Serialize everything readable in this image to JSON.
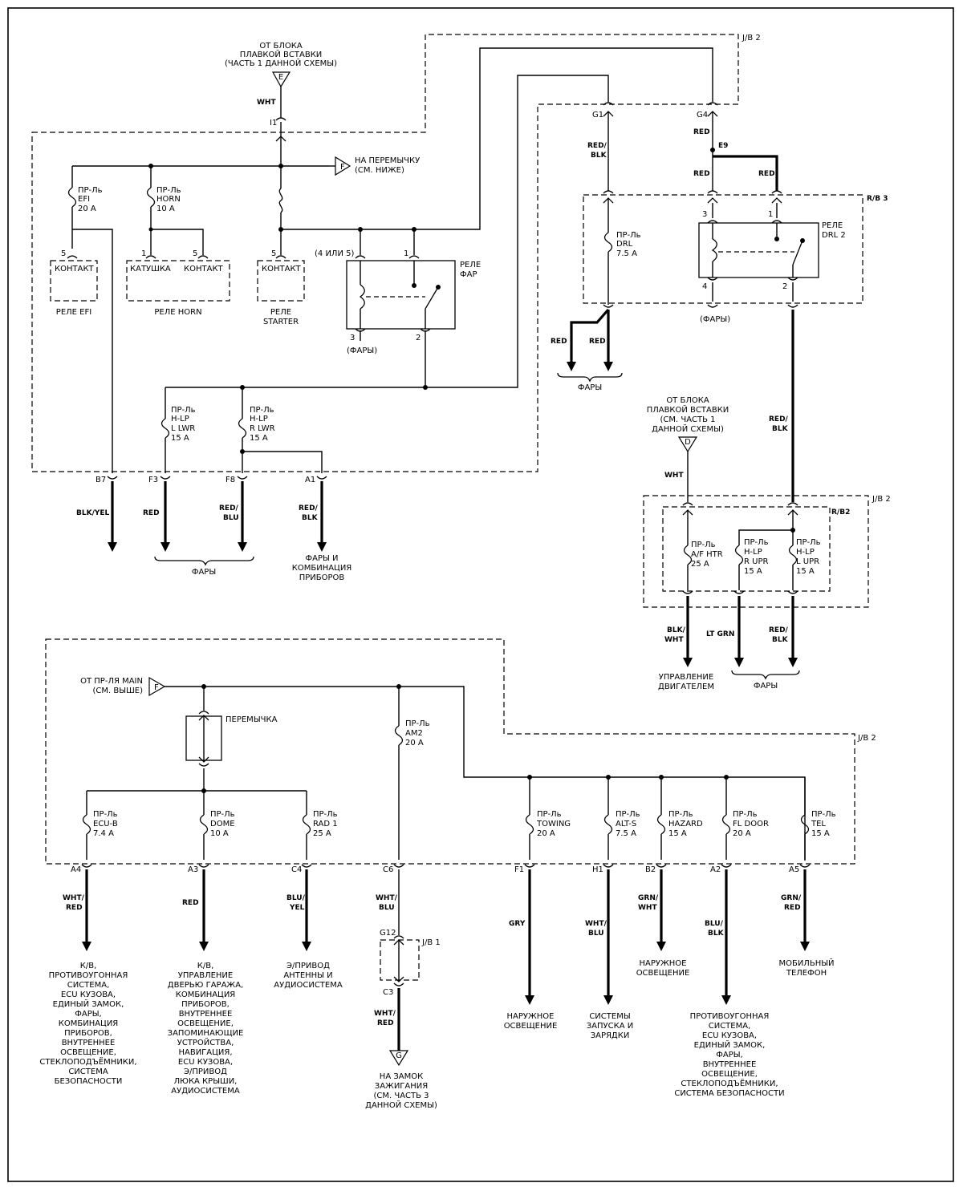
{
  "jb2": "J/B 2",
  "jb1": "J/B 1",
  "rb3": "R/B 3",
  "rb2": "R/B2",
  "src_top": [
    "ОТ БЛОКА",
    "ПЛАВКОЙ ВСТАВКИ",
    "(ЧАСТЬ 1 ДАННОЙ СХЕМЫ)"
  ],
  "src_top_conn": "E",
  "src_mid": [
    "ОТ БЛОКА",
    "ПЛАВКОЙ ВСТАВКИ",
    "(СМ. ЧАСТЬ 1",
    "ДАННОЙ СХЕМЫ)"
  ],
  "src_mid_conn": "D",
  "to_jumper": [
    "НА ПЕРЕМЫЧКУ",
    "(СМ. НИЖЕ)"
  ],
  "to_jumper_conn": "F",
  "from_main": [
    "ОТ ПР-ЛЯ MAIN",
    "(СМ. ВЫШЕ)"
  ],
  "from_main_conn": "F",
  "jumper_label": "ПЕРЕМЫЧКА",
  "ign_dest": [
    "НА ЗАМОК",
    "ЗАЖИГАНИЯ",
    "(СМ. ЧАСТЬ 3",
    "ДАННОЙ СХЕМЫ)"
  ],
  "ign_conn": "G",
  "pins": {
    "i1": "I1",
    "g1": "G1",
    "g4": "G4",
    "e9": "E9",
    "b7": "B7",
    "f3": "F3",
    "f8": "F8",
    "a1": "A1",
    "a4": "A4",
    "a3": "A3",
    "c4": "C4",
    "c6": "C6",
    "f1": "F1",
    "h1": "H1",
    "b2": "B2",
    "a2": "A2",
    "a5": "A5",
    "g12": "G12",
    "c3": "C3",
    "p5": "5",
    "p1": "1",
    "p3": "3",
    "p2": "2",
    "p4": "4",
    "p45": "(4 ИЛИ 5)"
  },
  "wires": {
    "wht": "WHT",
    "red": "RED",
    "red_blk": [
      "RED/",
      "BLK"
    ],
    "red_blu": [
      "RED/",
      "BLU"
    ],
    "blk_yel": "BLK/YEL",
    "blk_wht": [
      "BLK/",
      "WHT"
    ],
    "lt_grn": "LT GRN",
    "wht_red": [
      "WHT/",
      "RED"
    ],
    "blu_yel": [
      "BLU/",
      "YEL"
    ],
    "wht_blu": [
      "WHT/",
      "BLU"
    ],
    "gry": "GRY",
    "grn_wht": [
      "GRN/",
      "WHT"
    ],
    "blu_blk": [
      "BLU/",
      "BLK"
    ],
    "grn_red": [
      "GRN/",
      "RED"
    ]
  },
  "fuses": {
    "efi": [
      "ПР-Ль",
      "EFI",
      "20 A"
    ],
    "horn": [
      "ПР-Ль",
      "HORN",
      "10 A"
    ],
    "hlp_llwr": [
      "ПР-Ль",
      "H-LP",
      "L LWR",
      "15 A"
    ],
    "hlp_rlwr": [
      "ПР-Ль",
      "H-LP",
      "R LWR",
      "15 A"
    ],
    "drl": [
      "ПР-Ль",
      "DRL",
      "7.5 A"
    ],
    "af_htr": [
      "ПР-Ль",
      "A/F HTR",
      "25 A"
    ],
    "hlp_rupr": [
      "ПР-Ль",
      "H-LP",
      "R UPR",
      "15 A"
    ],
    "hlp_lupr": [
      "ПР-Ль",
      "H-LP",
      "L UPR",
      "15 A"
    ],
    "am2": [
      "ПР-Ль",
      "AM2",
      "20 A"
    ],
    "ecu_b": [
      "ПР-Ль",
      "ECU-B",
      "7.4 A"
    ],
    "dome": [
      "ПР-Ль",
      "DOME",
      "10 A"
    ],
    "rad1": [
      "ПР-Ль",
      "RAD 1",
      "25 A"
    ],
    "towing": [
      "ПР-Ль",
      "TOWING",
      "20 A"
    ],
    "alt_s": [
      "ПР-Ль",
      "ALT-S",
      "7.5 A"
    ],
    "hazard": [
      "ПР-Ль",
      "HAZARD",
      "15 A"
    ],
    "fl_door": [
      "ПР-Ль",
      "FL DOOR",
      "20 A"
    ],
    "tel": [
      "ПР-Ль",
      "TEL",
      "15 A"
    ]
  },
  "relays": {
    "contact": "КОНТАКТ",
    "coil": "КАТУШКА",
    "efi": "РЕЛЕ EFI",
    "horn": "РЕЛЕ HORN",
    "starter": [
      "РЕЛЕ",
      "STARTER"
    ],
    "headlamp": [
      "РЕЛЕ",
      "ФАР"
    ],
    "drl2": [
      "РЕЛЕ",
      "DRL 2"
    ]
  },
  "dest": {
    "headlamps": "ФАРЫ",
    "headlamps_p": "(ФАРЫ)",
    "headlamps_cluster": [
      "ФАРЫ И",
      "КОМБИНАЦИЯ",
      "ПРИБОРОВ"
    ],
    "engine": [
      "УПРАВЛЕНИЕ",
      "ДВИГАТЕЛЕМ"
    ],
    "ecu_b": [
      "К/В,",
      "ПРОТИВОУГОННАЯ",
      "СИСТЕМА,",
      "ECU КУЗОВА,",
      "ЕДИНЫЙ ЗАМОК,",
      "ФАРЫ,",
      "КОМБИНАЦИЯ",
      "ПРИБОРОВ,",
      "ВНУТРЕННЕЕ",
      "ОСВЕЩЕНИЕ,",
      "СТЕКЛОПОДЪЁМНИКИ,",
      "СИСТЕМА",
      "БЕЗОПАСНОСТИ"
    ],
    "dome": [
      "К/В,",
      "УПРАВЛЕНИЕ",
      "ДВЕРЬЮ ГАРАЖА,",
      "КОМБИНАЦИЯ",
      "ПРИБОРОВ,",
      "ВНУТРЕННЕЕ",
      "ОСВЕЩЕНИЕ,",
      "ЗАПОМИНАЮЩИЕ",
      "УСТРОЙСТВА,",
      "НАВИГАЦИЯ,",
      "ECU  КУЗОВА,",
      "Э/ПРИВОД",
      "ЛЮКА КРЫШИ,",
      "АУДИОСИСТЕМА"
    ],
    "rad1": [
      "Э/ПРИВОД",
      "АНТЕННЫ И",
      "АУДИОСИСТЕМА"
    ],
    "towing": [
      "НАРУЖНОЕ",
      "ОСВЕЩЕНИЕ"
    ],
    "alt_s": [
      "СИСТЕМЫ",
      "ЗАПУСКА И",
      "ЗАРЯДКИ"
    ],
    "hazard": [
      "НАРУЖНОЕ",
      "ОСВЕЩЕНИЕ"
    ],
    "fl_door": [
      "ПРОТИВОУГОННАЯ",
      "СИСТЕМА,",
      "ECU  КУЗОВА,",
      "ЕДИНЫЙ ЗАМОК,",
      "ФАРЫ,",
      "ВНУТРЕННЕЕ",
      "ОСВЕЩЕНИЕ,",
      "СТЕКЛОПОДЪЁМНИКИ,",
      "СИСТЕМА БЕЗОПАСНОСТИ"
    ],
    "tel": [
      "МОБИЛЬНЫЙ",
      "ТЕЛЕФОН"
    ]
  }
}
